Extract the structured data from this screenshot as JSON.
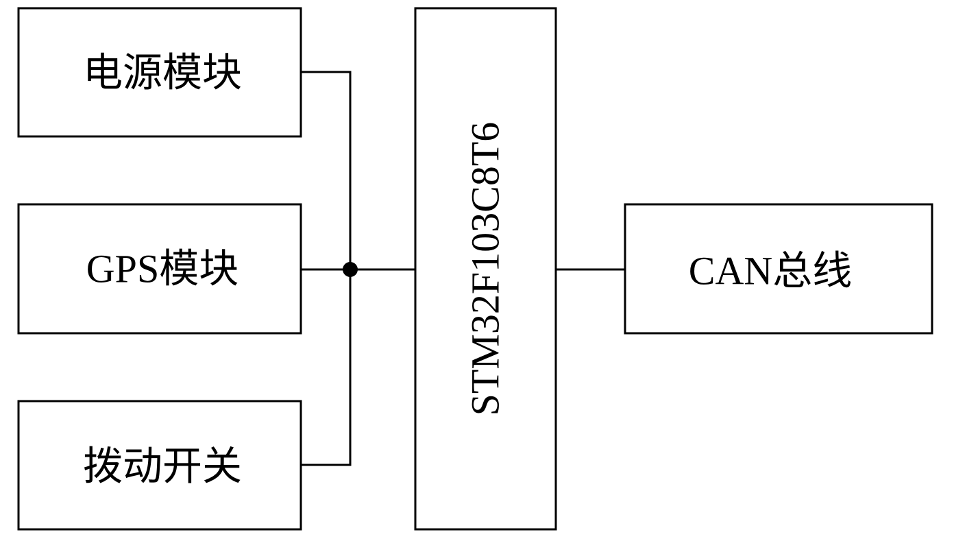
{
  "diagram": {
    "type": "block-diagram",
    "input_modules": [
      {
        "id": "power",
        "label": "电源模块"
      },
      {
        "id": "gps",
        "label": "GPS模块"
      },
      {
        "id": "dip",
        "label": "拨动开关"
      }
    ],
    "mcu": {
      "id": "mcu",
      "label": "STM32F103C8T6"
    },
    "output_modules": [
      {
        "id": "can",
        "label": "CAN总线"
      }
    ],
    "connections": [
      {
        "from": "power",
        "to": "mcu"
      },
      {
        "from": "gps",
        "to": "mcu"
      },
      {
        "from": "dip",
        "to": "mcu"
      },
      {
        "from": "mcu",
        "to": "can"
      }
    ],
    "colors": {
      "stroke": "#000000",
      "background": "#ffffff"
    }
  }
}
